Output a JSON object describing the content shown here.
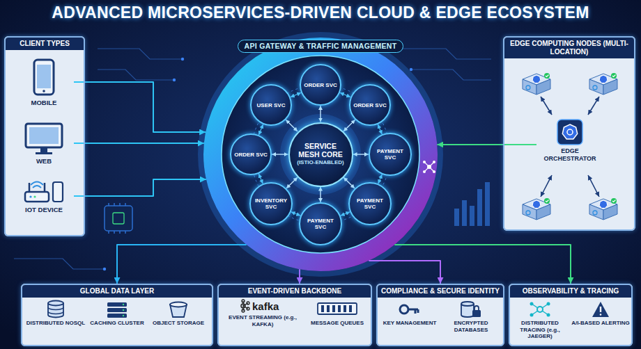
{
  "diagram": {
    "title": "ADVANCED MICROSERVICES-DRIVEN CLOUD & EDGE ECOSYSTEM",
    "nodes": [
      {
        "text": [
          "CLIENT TYPES"
        ]
      },
      {
        "text": [
          "MOBILE"
        ],
        "in": 0
      },
      {
        "text": [
          "WEB"
        ],
        "in": 0
      },
      {
        "text": [
          "IOT DEVICE"
        ],
        "in": 0
      },
      {
        "text": [
          "API GATEWAY & TRAFFIC MANAGEMENT"
        ]
      },
      {
        "text": [
          "USER SVC"
        ],
        "in": 4
      },
      {
        "text": [
          "ORDER SVC"
        ],
        "in": 4
      },
      {
        "text": [
          "ORDER SVC"
        ],
        "in": 4
      },
      {
        "text": [
          "ORDER SVC"
        ],
        "in": 4
      },
      {
        "text": [
          "SERVICE MESH CORE",
          "(ISTIO-ENABLED)"
        ],
        "in": 4
      },
      {
        "text": [
          "PAYMENT SVC"
        ],
        "in": 4
      },
      {
        "text": [
          "INVENTORY SVC"
        ],
        "in": 4
      },
      {
        "text": [
          "PAYMENT SVC"
        ],
        "in": 4
      },
      {
        "text": [
          "PAYMENT SVC"
        ],
        "in": 4
      },
      {
        "text": [
          "EDGE COMPUTING NODES (MULTI-LOCATION)"
        ]
      },
      {
        "text": [
          "EDGE ORCHESTRATOR"
        ],
        "in": 14
      },
      {
        "text": [
          "GLOBAL DATA LAYER"
        ]
      },
      {
        "text": [
          "DISTRIBUTED NOSQL"
        ],
        "in": 16
      },
      {
        "text": [
          "CACHING CLUSTER"
        ],
        "in": 16
      },
      {
        "text": [
          "OBJECT STORAGE"
        ],
        "in": 16
      },
      {
        "text": [
          "EVENT-DRIVEN BACKBONE"
        ]
      },
      {
        "text": [
          "kafka",
          "EVENT STREAMING (e.g., KAFKA)"
        ],
        "in": 20
      },
      {
        "text": [
          "MESSAGE QUEUES"
        ],
        "in": 20
      },
      {
        "text": [
          "COMPLIANCE & SECURE IDENTITY"
        ]
      },
      {
        "text": [
          "KEY MANAGEMENT"
        ],
        "in": 23
      },
      {
        "text": [
          "ENCRYPTED DATABASES"
        ],
        "in": 23
      },
      {
        "text": [
          "OBSERVABILITY & TRACING"
        ]
      },
      {
        "text": [
          "DISTRIBUTED TRACING (e.g., JAEGER)"
        ],
        "in": 26
      },
      {
        "text": [
          "A/I-BASED ALERTING"
        ],
        "in": 26
      }
    ],
    "edges": [
      {
        "from": 1,
        "to": 4,
        "arrow": "to"
      },
      {
        "from": 2,
        "to": 4,
        "arrow": "to"
      },
      {
        "from": 3,
        "to": 4,
        "arrow": "to"
      },
      {
        "from": 15,
        "to": 4,
        "arrow": "to"
      },
      {
        "from": 9,
        "to": 5,
        "arrow": "both"
      },
      {
        "from": 9,
        "to": 6,
        "arrow": "both"
      },
      {
        "from": 9,
        "to": 7,
        "arrow": "both"
      },
      {
        "from": 9,
        "to": 8,
        "arrow": "both"
      },
      {
        "from": 9,
        "to": 10,
        "arrow": "both"
      },
      {
        "from": 9,
        "to": 11,
        "arrow": "both"
      },
      {
        "from": 9,
        "to": 12,
        "arrow": "both"
      },
      {
        "from": 9,
        "to": 13,
        "arrow": "both"
      },
      {
        "from": 6,
        "to": 7,
        "arrow": "both"
      },
      {
        "from": 7,
        "to": 10,
        "arrow": "both"
      },
      {
        "from": 10,
        "to": 13,
        "arrow": "both"
      },
      {
        "from": 13,
        "to": 12,
        "arrow": "both"
      },
      {
        "from": 12,
        "to": 11,
        "arrow": "both"
      },
      {
        "from": 11,
        "to": 8,
        "arrow": "both"
      },
      {
        "from": 8,
        "to": 5,
        "arrow": "both"
      },
      {
        "from": 5,
        "to": 6,
        "arrow": "both"
      },
      {
        "from": 4,
        "to": 16,
        "arrow": "to"
      },
      {
        "from": 4,
        "to": 20,
        "arrow": "to"
      },
      {
        "from": 4,
        "to": 23,
        "arrow": "to"
      },
      {
        "from": 4,
        "to": 26,
        "arrow": "to"
      }
    ]
  }
}
